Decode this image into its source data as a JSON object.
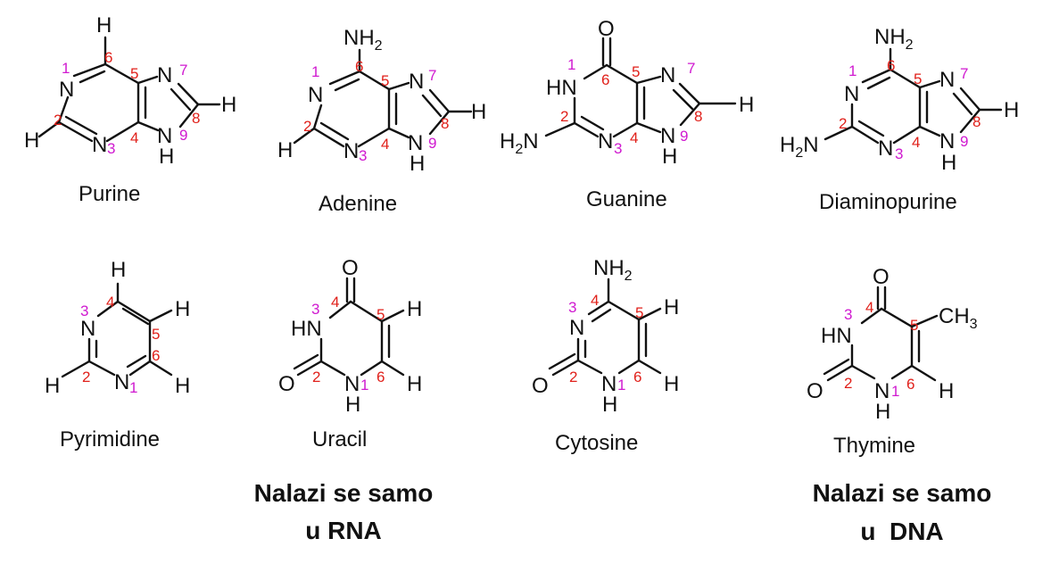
{
  "colors": {
    "bond": "#111111",
    "ring_number": "#e0201a",
    "nitrogen_number": "#d01ad0"
  },
  "notes": {
    "rna_only": {
      "line1": "Nalazi se samo",
      "line2": "u RNA"
    },
    "dna_only": {
      "line1": "Nalazi se samo",
      "line2": "u  DNA"
    }
  },
  "molecules": [
    {
      "id": "purine",
      "name": "Purine",
      "atoms": [
        {
          "text": "H"
        },
        {
          "text": "N"
        },
        {
          "text": "N"
        },
        {
          "text": "N"
        },
        {
          "text": "N",
          "sub_after": "H"
        },
        {
          "text": "H"
        },
        {
          "text": "H"
        }
      ],
      "numbers": [
        {
          "text": "1"
        },
        {
          "text": "2"
        },
        {
          "text": "3"
        },
        {
          "text": "4"
        },
        {
          "text": "5"
        },
        {
          "text": "6"
        },
        {
          "text": "7"
        },
        {
          "text": "8"
        },
        {
          "text": "9"
        }
      ]
    },
    {
      "id": "adenine",
      "name": "Adenine",
      "atoms": [
        {
          "text": "NH",
          "sub": "2"
        },
        {
          "text": "N"
        },
        {
          "text": "N"
        },
        {
          "text": "N"
        },
        {
          "text": "N"
        },
        {
          "text": "H"
        },
        {
          "text": "H"
        },
        {
          "text": "H"
        }
      ],
      "numbers": [
        {
          "text": "1"
        },
        {
          "text": "2"
        },
        {
          "text": "3"
        },
        {
          "text": "4"
        },
        {
          "text": "5"
        },
        {
          "text": "6"
        },
        {
          "text": "7"
        },
        {
          "text": "8"
        },
        {
          "text": "9"
        }
      ]
    },
    {
      "id": "guanine",
      "name": "Guanine",
      "atoms": [
        {
          "text": "O"
        },
        {
          "text": "HN"
        },
        {
          "text": "N"
        },
        {
          "text": "N"
        },
        {
          "text": "N"
        },
        {
          "text": "H"
        },
        {
          "text": "H"
        },
        {
          "text": "N",
          "pre": "H",
          "sub": "2"
        }
      ],
      "numbers": [
        {
          "text": "1"
        },
        {
          "text": "2"
        },
        {
          "text": "3"
        },
        {
          "text": "4"
        },
        {
          "text": "5"
        },
        {
          "text": "6"
        },
        {
          "text": "7"
        },
        {
          "text": "8"
        },
        {
          "text": "9"
        }
      ]
    },
    {
      "id": "diaminopurine",
      "name": "Diaminopurine",
      "atoms": [
        {
          "text": "NH",
          "sub": "2"
        },
        {
          "text": "N"
        },
        {
          "text": "N"
        },
        {
          "text": "N"
        },
        {
          "text": "N"
        },
        {
          "text": "H"
        },
        {
          "text": "H"
        },
        {
          "text": "N",
          "pre": "H",
          "sub": "2"
        }
      ],
      "numbers": [
        {
          "text": "1"
        },
        {
          "text": "2"
        },
        {
          "text": "3"
        },
        {
          "text": "4"
        },
        {
          "text": "5"
        },
        {
          "text": "6"
        },
        {
          "text": "7"
        },
        {
          "text": "8"
        },
        {
          "text": "9"
        }
      ]
    },
    {
      "id": "pyrimidine",
      "name": "Pyrimidine",
      "atoms": [
        {
          "text": "H"
        },
        {
          "text": "N"
        },
        {
          "text": "N"
        },
        {
          "text": "H"
        },
        {
          "text": "H"
        },
        {
          "text": "H"
        }
      ],
      "numbers": [
        {
          "text": "1"
        },
        {
          "text": "2"
        },
        {
          "text": "3"
        },
        {
          "text": "4"
        },
        {
          "text": "5"
        },
        {
          "text": "6"
        }
      ]
    },
    {
      "id": "uracil",
      "name": "Uracil",
      "atoms": [
        {
          "text": "O"
        },
        {
          "text": "HN"
        },
        {
          "text": "N",
          "sub_after": "H"
        },
        {
          "text": "O"
        },
        {
          "text": "H"
        },
        {
          "text": "H"
        }
      ],
      "numbers": [
        {
          "text": "1"
        },
        {
          "text": "2"
        },
        {
          "text": "3"
        },
        {
          "text": "4"
        },
        {
          "text": "5"
        },
        {
          "text": "6"
        }
      ]
    },
    {
      "id": "cytosine",
      "name": "Cytosine",
      "atoms": [
        {
          "text": "NH",
          "sub": "2"
        },
        {
          "text": "N"
        },
        {
          "text": "N",
          "sub_after": "H"
        },
        {
          "text": "O"
        },
        {
          "text": "H"
        },
        {
          "text": "H"
        }
      ],
      "numbers": [
        {
          "text": "1"
        },
        {
          "text": "2"
        },
        {
          "text": "3"
        },
        {
          "text": "4"
        },
        {
          "text": "5"
        },
        {
          "text": "6"
        }
      ]
    },
    {
      "id": "thymine",
      "name": "Thymine",
      "atoms": [
        {
          "text": "O"
        },
        {
          "text": "HN"
        },
        {
          "text": "N",
          "sub_after": "H"
        },
        {
          "text": "O"
        },
        {
          "text": "CH",
          "sub": "3"
        },
        {
          "text": "H"
        }
      ],
      "numbers": [
        {
          "text": "1"
        },
        {
          "text": "2"
        },
        {
          "text": "3"
        },
        {
          "text": "4"
        },
        {
          "text": "5"
        },
        {
          "text": "6"
        }
      ]
    }
  ]
}
